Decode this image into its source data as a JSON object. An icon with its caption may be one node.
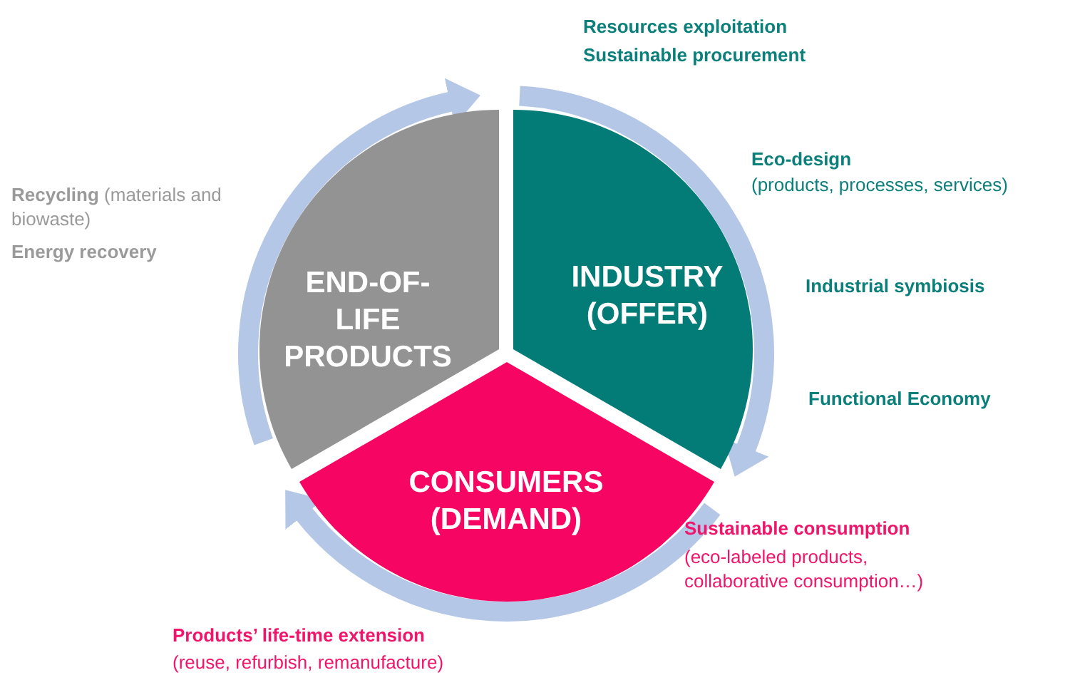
{
  "diagram": {
    "nodes": [
      {
        "text": [
          "END-OF-LIFE PRODUCTS"
        ]
      },
      {
        "text": [
          "INDUSTRY (OFFER)"
        ]
      },
      {
        "text": [
          "CONSUMERS (DEMAND)"
        ]
      }
    ],
    "edges": [
      {
        "from": 0,
        "to": 1,
        "arrow": "to"
      },
      {
        "from": 1,
        "to": 2,
        "arrow": "to"
      },
      {
        "from": 2,
        "to": 0,
        "arrow": "to"
      }
    ],
    "labels": [
      "Resources exploitation",
      "Sustainable procurement",
      "Eco-design",
      "(products, processes, services)",
      "**Recycling** (materials and biowaste)",
      "Energy recovery",
      "Industrial symbiosis",
      "Functional Economy",
      "Sustainable consumption",
      "(eco-labeled products, collaborative consumption…)",
      "Products’ life-time extension",
      "(reuse, refurbish, remanufacture)"
    ]
  }
}
